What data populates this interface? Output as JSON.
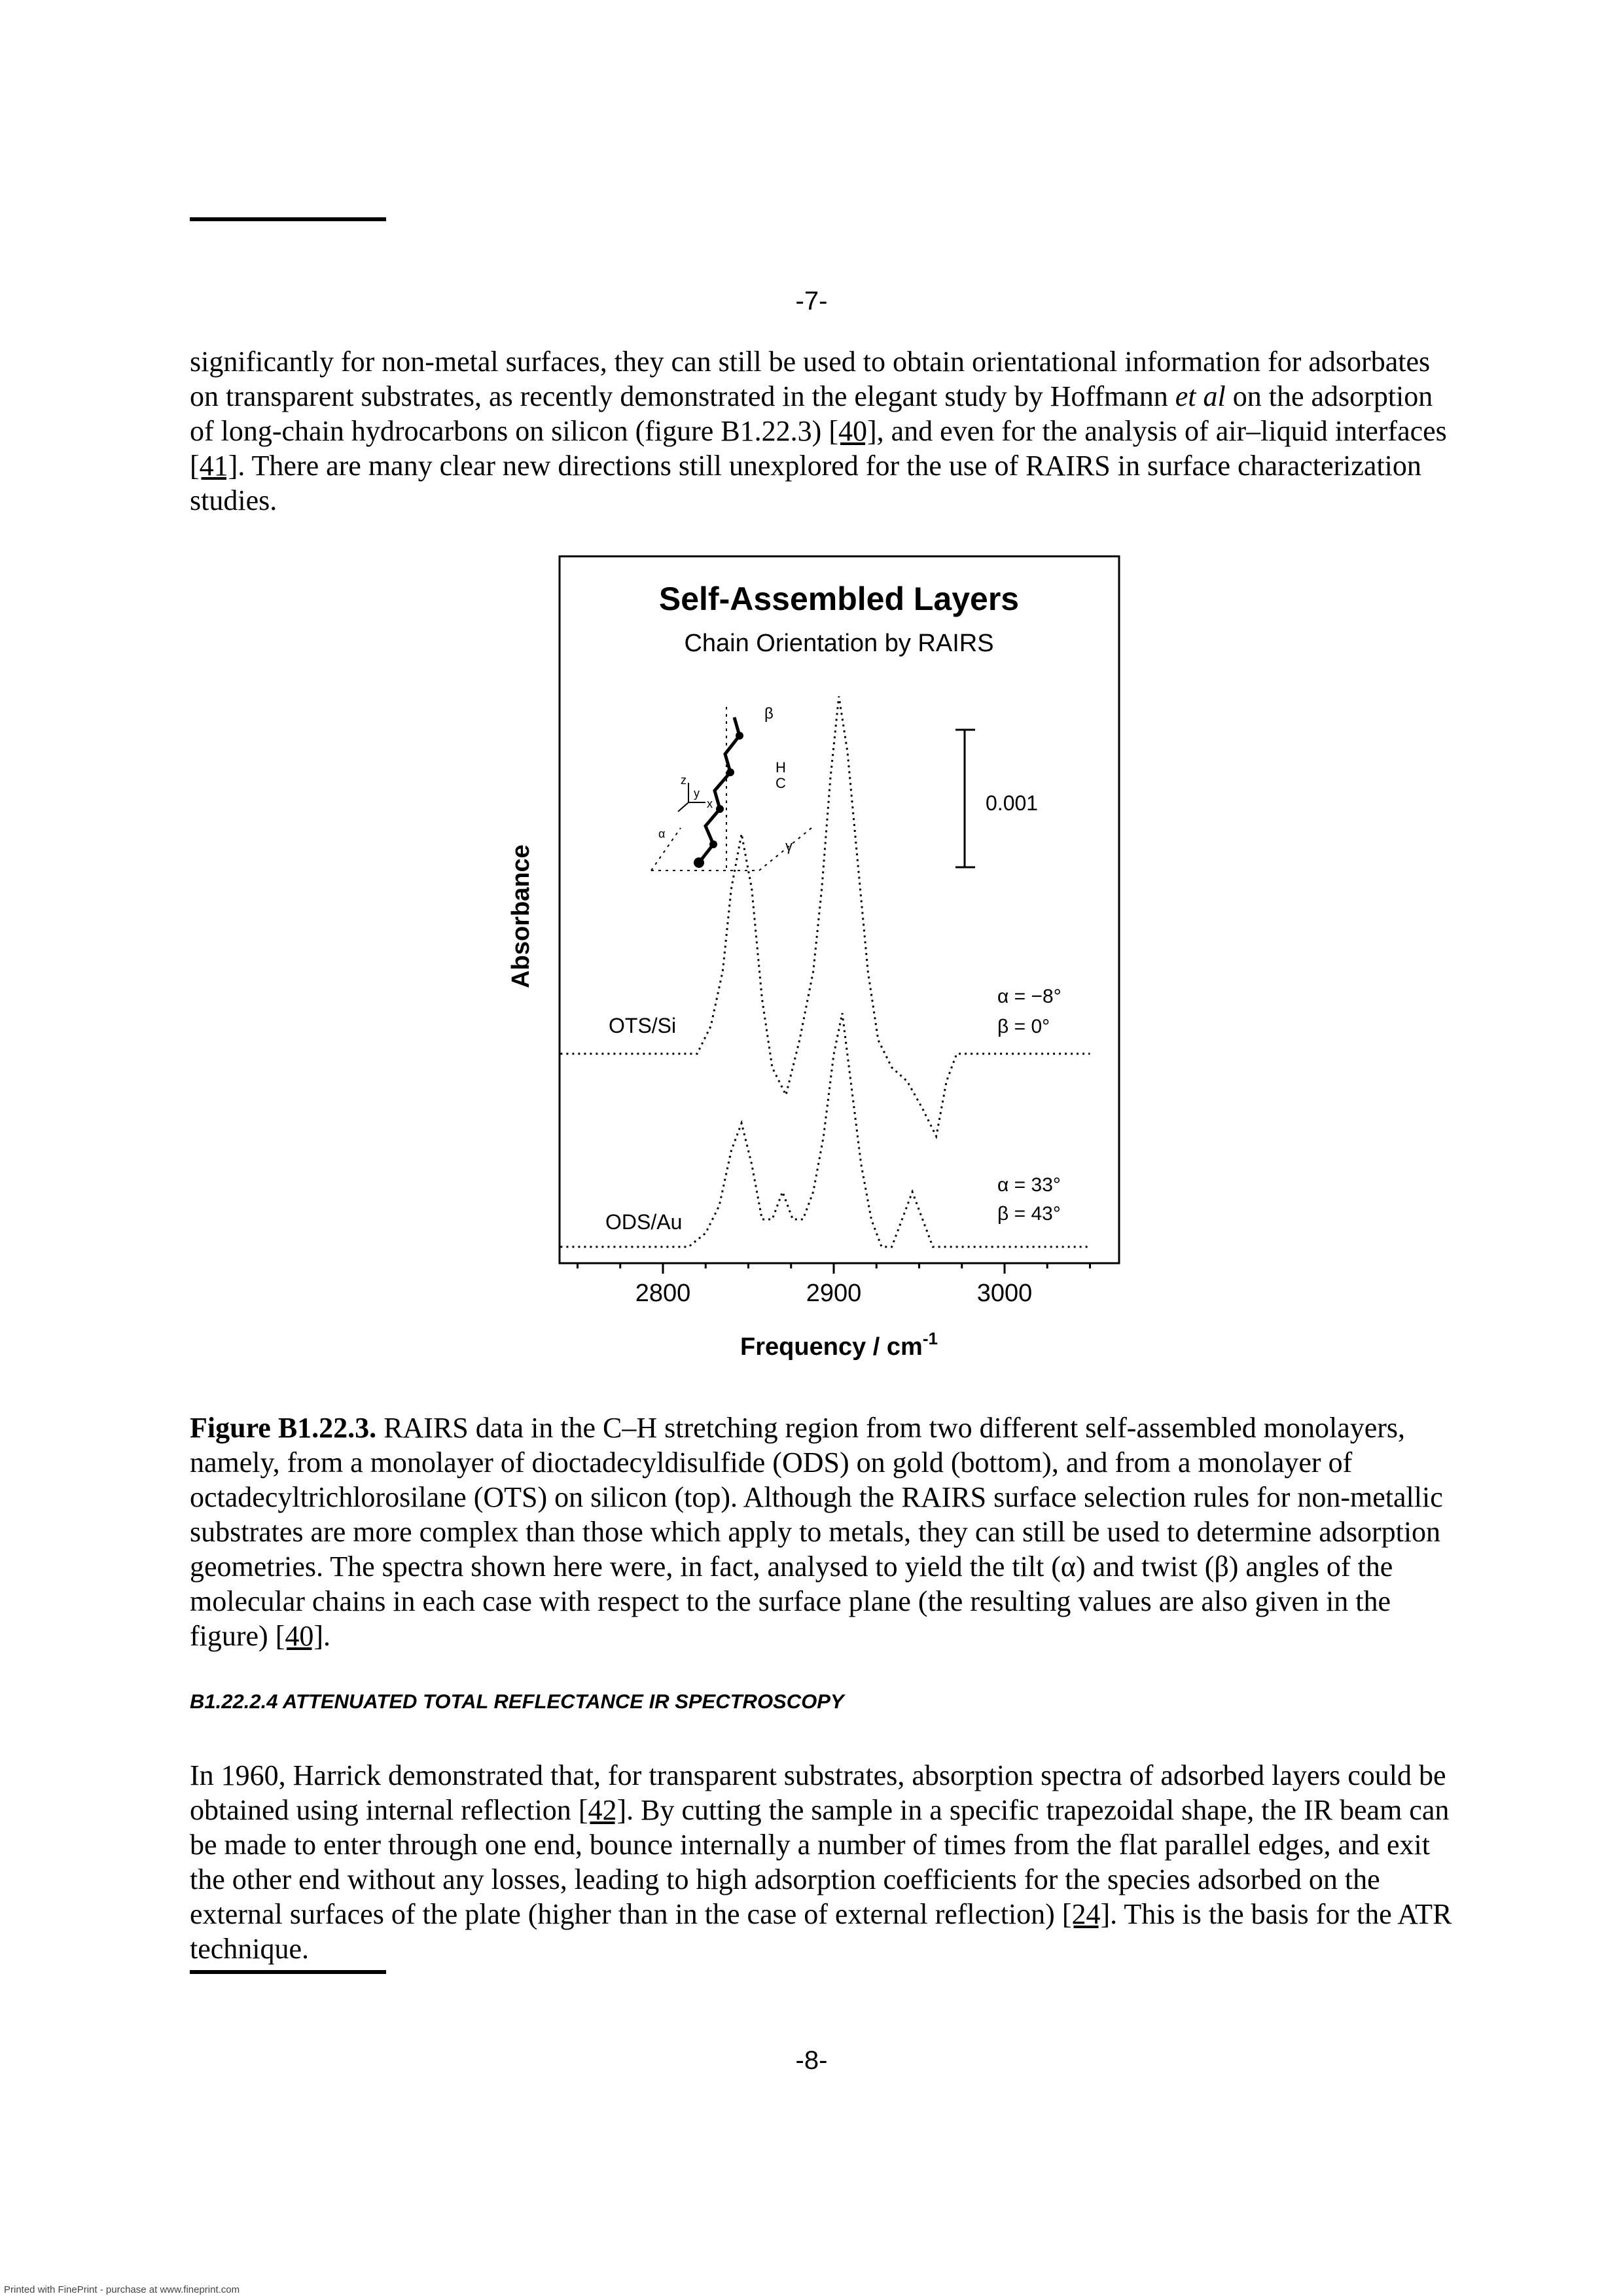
{
  "page_top": {
    "page_number": "-7-"
  },
  "intro": {
    "lines": [
      [
        "significantly for non-metal surfaces, they can still be used to obtain orientational information for adsorbates"
      ],
      [
        "on transparent substrates, as recently demonstrated in the elegant study by Hoffmann ",
        "et al",
        " on the adsorption"
      ],
      [
        "of long-chain hydrocarbons on silicon (figure B1.22.3) ",
        "[40]",
        ", and even for the analysis of air–liquid interfaces"
      ],
      [
        "[41]",
        ". There are many clear new directions still unexplored for the use of RAIRS in surface characterization"
      ],
      [
        "studies."
      ]
    ]
  },
  "figure": {
    "title": "Self-Assembled Layers",
    "subtitle": "Chain Orientation by RAIRS",
    "y_axis_label": "Absorbance",
    "x_axis_label": "Frequency / cm",
    "x_axis_superscript": "-1",
    "scale_bar_label": "0.001",
    "inset_labels": {
      "z": "z",
      "y": "y",
      "x": "x",
      "beta": "β",
      "alpha": "α",
      "gamma": "γ",
      "h": "H",
      "c": "C"
    },
    "traces": [
      {
        "name": "OTS/Si",
        "alpha": "α = −8°",
        "beta": "β = 0°"
      },
      {
        "name": "ODS/Au",
        "alpha": "α = 33°",
        "beta": "β = 43°"
      }
    ]
  },
  "chart_data": {
    "type": "line",
    "title": "Self-Assembled Layers",
    "subtitle": "Chain Orientation by RAIRS",
    "xlabel": "Frequency / cm-1",
    "ylabel": "Absorbance",
    "x_ticks": [
      "2800",
      "2900",
      "3000"
    ],
    "xlim": [
      2735,
      3060
    ],
    "y_units": "absorbance relative to baseline (scale bar 0.001)",
    "series": [
      {
        "name": "OTS/Si",
        "x": [
          2740,
          2755,
          2770,
          2790,
          2800,
          2812,
          2820,
          2828,
          2835,
          2840,
          2846,
          2852,
          2858,
          2864,
          2872,
          2880,
          2888,
          2893,
          2898,
          2903,
          2908,
          2914,
          2920,
          2926,
          2934,
          2943,
          2952,
          2960,
          2966,
          2972,
          2982,
          2992,
          3005,
          3020,
          3035,
          3050
        ],
        "y": [
          0.0,
          0.0,
          0.0,
          0.0,
          0.0,
          0.0,
          0.0,
          0.0002,
          0.0006,
          0.0012,
          0.0016,
          0.0012,
          0.0004,
          -0.0001,
          -0.0003,
          0.0001,
          0.0006,
          0.0012,
          0.002,
          0.0026,
          0.0022,
          0.0014,
          0.0006,
          0.0001,
          -0.0001,
          -0.0002,
          -0.0004,
          -0.0006,
          -0.0002,
          0.0,
          0.0,
          0.0,
          0.0,
          0.0,
          0.0,
          0.0
        ]
      },
      {
        "name": "ODS/Au",
        "x": [
          2740,
          2755,
          2770,
          2790,
          2805,
          2815,
          2825,
          2833,
          2840,
          2846,
          2852,
          2858,
          2864,
          2870,
          2876,
          2882,
          2888,
          2894,
          2900,
          2905,
          2910,
          2916,
          2922,
          2928,
          2934,
          2940,
          2946,
          2952,
          2958,
          2965,
          2975,
          2990,
          3005,
          3020,
          3035,
          3050
        ],
        "y": [
          0.0,
          0.0,
          0.0,
          0.0,
          0.0,
          0.0,
          0.0001,
          0.0003,
          0.0007,
          0.0009,
          0.0006,
          0.0002,
          0.0002,
          0.0004,
          0.0002,
          0.0002,
          0.0004,
          0.0008,
          0.0014,
          0.0017,
          0.0012,
          0.0006,
          0.0002,
          0.0,
          0.0,
          0.0002,
          0.0004,
          0.0002,
          0.0,
          0.0,
          0.0,
          0.0,
          0.0,
          0.0,
          0.0,
          0.0
        ]
      }
    ],
    "grid": false,
    "legend": "inline labels"
  },
  "caption": {
    "lines": [
      [
        "Figure B1.22.3.",
        " RAIRS data in the C–H stretching region from two different self-assembled monolayers,"
      ],
      [
        "namely, from a monolayer of dioctadecyldisulfide (ODS) on gold (bottom), and from a monolayer of"
      ],
      [
        "octadecyltrichlorosilane (OTS) on silicon (top). Although the RAIRS surface selection rules for non-metallic"
      ],
      [
        "substrates are more complex than those which apply to metals, they can still be used to determine adsorption"
      ],
      [
        "geometries. The spectra shown here were, in fact, analysed to yield the tilt (α) and twist (β) angles of the"
      ],
      [
        "molecular chains in each case with respect to the surface plane (the resulting values are also given in the"
      ],
      [
        "figure) ",
        "[40]",
        "."
      ]
    ]
  },
  "section_heading": "B1.22.2.4 ATTENUATED TOTAL REFLECTANCE IR SPECTROSCOPY",
  "atr": {
    "lines": [
      [
        "In 1960, Harrick demonstrated that, for transparent substrates, absorption spectra of adsorbed layers could be"
      ],
      [
        "obtained using internal reflection ",
        "[42]",
        ". By cutting the sample in a specific trapezoidal shape, the IR beam can"
      ],
      [
        "be made to enter through one end, bounce internally a number of times from the flat parallel edges, and exit"
      ],
      [
        "the other end without any losses, leading to high adsorption coefficients for the species adsorbed on the"
      ],
      [
        "external surfaces of the plate (higher than in the case of external reflection) ",
        "[24]",
        ". This is the basis for the ATR"
      ],
      [
        "technique."
      ]
    ]
  },
  "page_bottom": {
    "page_number": "-8-"
  },
  "footer": {
    "text": "Printed with FinePrint - purchase at www.fineprint.com"
  }
}
